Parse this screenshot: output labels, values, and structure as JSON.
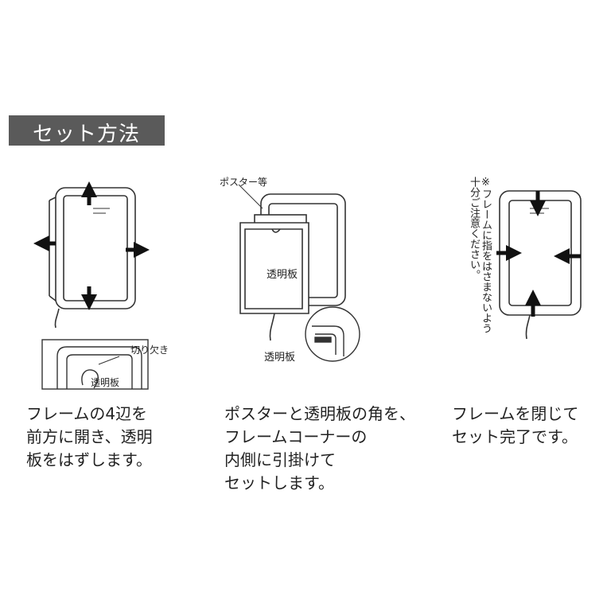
{
  "header": {
    "title": "セット方法"
  },
  "labels": {
    "cutout": "切り欠き",
    "clear_panel_inset": "透明板",
    "poster_etc": "ポスター等",
    "clear_panel_main": "透明板",
    "clear_panel_bottom": "透明板"
  },
  "note": {
    "line1": "※フレームに指をはさまないよう",
    "line2": "十分ご注意ください。"
  },
  "steps": [
    {
      "lines": [
        "フレームの4辺を",
        "前方に開き、透明",
        "板をはずします。"
      ]
    },
    {
      "lines": [
        "ポスターと透明板の角を、",
        "フレームコーナーの",
        "内側に引掛けて",
        "セットします。"
      ]
    },
    {
      "lines": [
        "フレームを閉じて",
        "セット完了です。"
      ]
    }
  ],
  "colors": {
    "header_bg": "#5a5a5a",
    "header_text": "#ffffff",
    "line": "#333333"
  }
}
